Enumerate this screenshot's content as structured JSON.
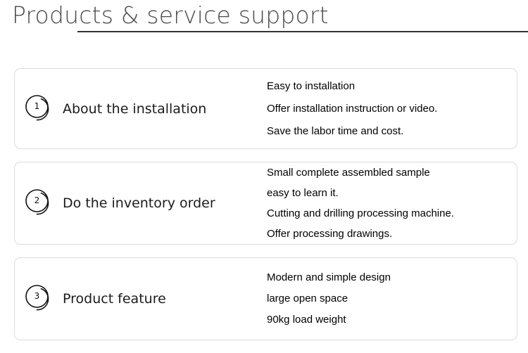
{
  "header": {
    "title": "Products & service support",
    "rule_color": "#333333"
  },
  "theme": {
    "background": "#ffffff",
    "card_border": "#dcdcdc",
    "title_color": "#4a4a4a",
    "text_color": "#000000"
  },
  "cards": [
    {
      "number": "1",
      "label": "About the installation",
      "details": [
        "Easy to installation",
        "Offer installation instruction or video.",
        "Save the labor time and cost."
      ]
    },
    {
      "number": "2",
      "label": "Do the inventory order",
      "details": [
        "Small complete assembled sample",
        "easy to learn it.",
        "Cutting and drilling processing machine.",
        "Offer processing drawings."
      ]
    },
    {
      "number": "3",
      "label": "Product feature",
      "details": [
        "Modern and simple design",
        "large open space",
        "90kg load weight"
      ]
    }
  ]
}
